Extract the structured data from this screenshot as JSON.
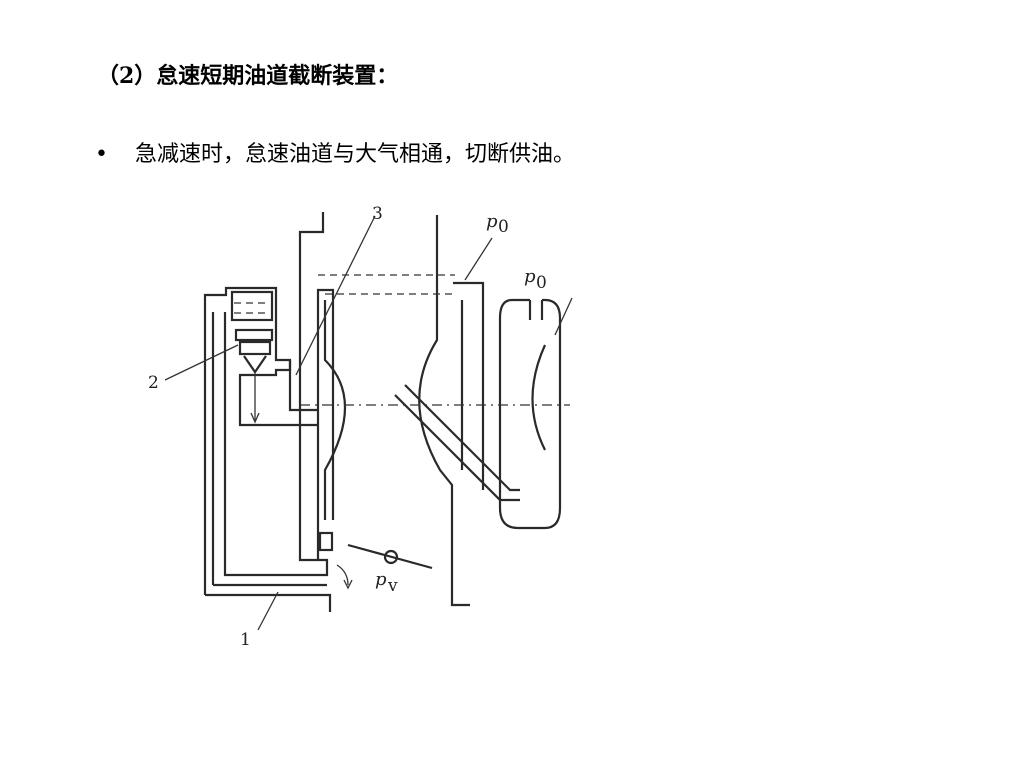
{
  "slide": {
    "title": "（2）怠速短期油道截断装置：",
    "bullet": "急减速时，怠速油道与大气相通，切断供油。",
    "bullet_marker": "•"
  },
  "diagram": {
    "labels": {
      "one": "1",
      "two": "2",
      "three": "3",
      "p_top": "p",
      "p_top_sub": "0",
      "p_right": "p",
      "p_right_sub": "0",
      "p_bottom": "p",
      "p_bottom_sub": "v"
    }
  }
}
